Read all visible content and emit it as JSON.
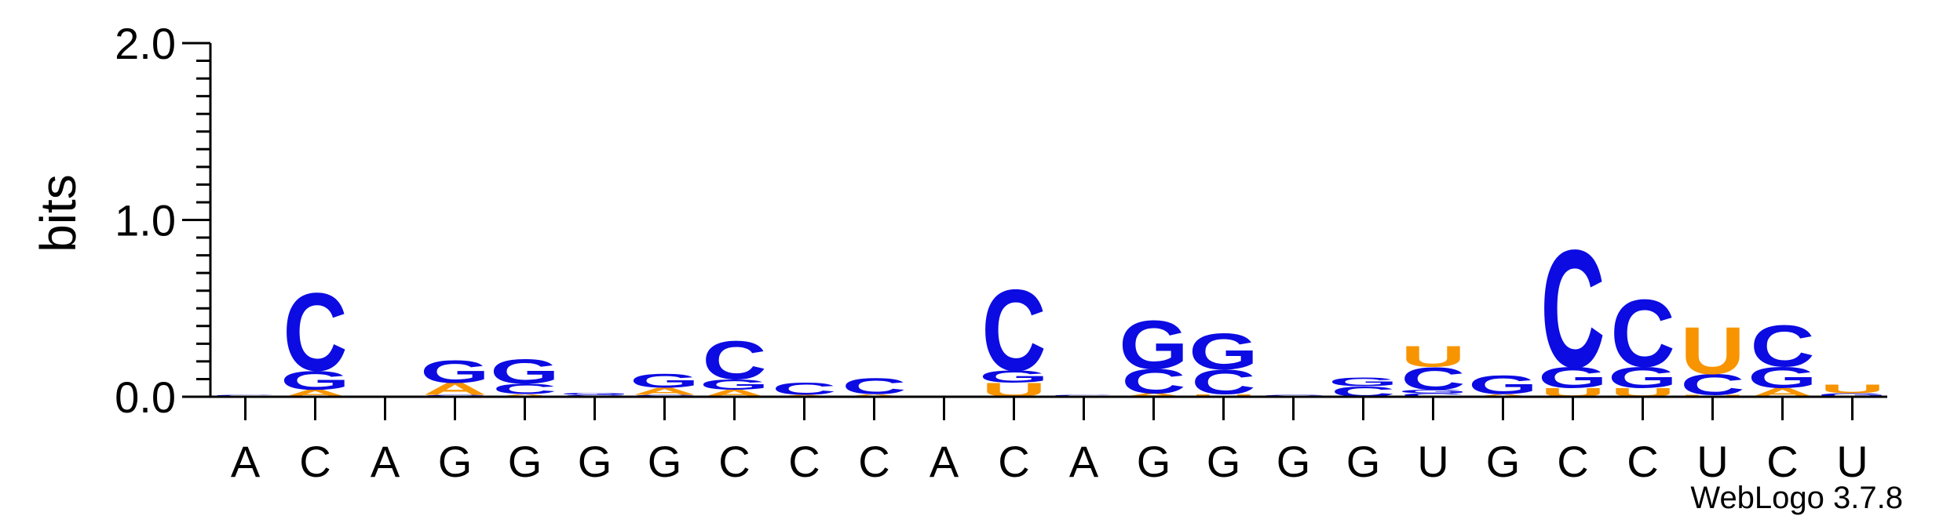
{
  "chart_data": {
    "type": "sequence-logo",
    "ylabel": "bits",
    "ylim": [
      0,
      2.0
    ],
    "y_ticks": [
      "0.0",
      "1.0",
      "2.0"
    ],
    "colors": {
      "A": "#f79400",
      "G": "#0b0be2",
      "C": "#0b0be2",
      "U": "#f79400"
    },
    "consensus": [
      "A",
      "C",
      "A",
      "G",
      "G",
      "G",
      "G",
      "C",
      "C",
      "C",
      "A",
      "C",
      "A",
      "G",
      "G",
      "G",
      "G",
      "U",
      "G",
      "C",
      "C",
      "U",
      "C",
      "U"
    ],
    "stacks": [
      [
        [
          "G",
          0.005
        ],
        [
          "C",
          0.005
        ]
      ],
      [
        [
          "A",
          0.04
        ],
        [
          "G",
          0.11
        ],
        [
          "C",
          0.45
        ]
      ],
      [],
      [
        [
          "C",
          0.01
        ],
        [
          "A",
          0.07
        ],
        [
          "G",
          0.13
        ]
      ],
      [
        [
          "A",
          0.015
        ],
        [
          "C",
          0.06
        ],
        [
          "G",
          0.14
        ]
      ],
      [
        [
          "C",
          0.01
        ],
        [
          "G",
          0.01
        ]
      ],
      [
        [
          "C",
          0.01
        ],
        [
          "A",
          0.04
        ],
        [
          "G",
          0.08
        ]
      ],
      [
        [
          "A",
          0.04
        ],
        [
          "G",
          0.06
        ],
        [
          "C",
          0.22
        ]
      ],
      [
        [
          "A",
          0.01
        ],
        [
          "C",
          0.07
        ]
      ],
      [
        [
          "A",
          0.015
        ],
        [
          "C",
          0.09
        ]
      ],
      [],
      [
        [
          "U",
          0.08
        ],
        [
          "G",
          0.07
        ],
        [
          "C",
          0.47
        ]
      ],
      [
        [
          "G",
          0.005
        ],
        [
          "C",
          0.005
        ]
      ],
      [
        [
          "A",
          0.02
        ],
        [
          "C",
          0.14
        ],
        [
          "G",
          0.28
        ]
      ],
      [
        [
          "U",
          0.015
        ],
        [
          "C",
          0.14
        ],
        [
          "G",
          0.21
        ]
      ],
      [
        [
          "C",
          0.01
        ]
      ],
      [
        [
          "C",
          0.06
        ],
        [
          "G",
          0.05
        ]
      ],
      [
        [
          "C",
          0.02
        ],
        [
          "G",
          0.02
        ],
        [
          "C",
          0.13
        ],
        [
          "U",
          0.12
        ]
      ],
      [
        [
          "A",
          0.015
        ],
        [
          "G",
          0.11
        ]
      ],
      [
        [
          "U",
          0.05
        ],
        [
          "G",
          0.12
        ],
        [
          "C",
          0.68
        ]
      ],
      [
        [
          "U",
          0.05
        ],
        [
          "G",
          0.12
        ],
        [
          "C",
          0.39
        ]
      ],
      [
        [
          "U",
          0.01
        ],
        [
          "C",
          0.12
        ],
        [
          "U",
          0.27
        ]
      ],
      [
        [
          "A",
          0.05
        ],
        [
          "G",
          0.12
        ],
        [
          "C",
          0.24
        ]
      ],
      [
        [
          "G",
          0.02
        ],
        [
          "U",
          0.05
        ]
      ]
    ],
    "watermark": "WebLogo 3.7.8"
  }
}
